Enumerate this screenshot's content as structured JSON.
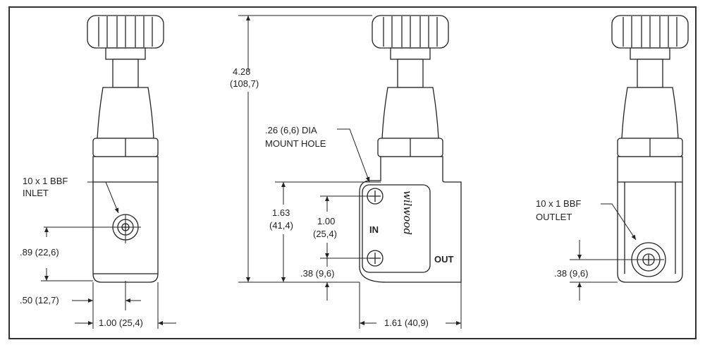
{
  "colors": {
    "outline": "#222222",
    "frame": "#333333",
    "background": "#ffffff"
  },
  "views": {
    "side": {
      "note_lines": [
        "10 x 1 BBF",
        "INLET"
      ],
      "dim_inlet_height": ".89 (22,6)",
      "dim_inlet_offset": ".50 (12,7)",
      "dim_width": "1.00 (25,4)"
    },
    "front": {
      "dim_overall_height": [
        "4.28",
        "(108,7)"
      ],
      "note_lines": [
        ".26 (6,6) DIA",
        "MOUNT HOLE"
      ],
      "dim_body_height": [
        "1.63",
        "(41,4)"
      ],
      "dim_hole_spacing": [
        "1.00",
        "(25,4)"
      ],
      "dim_hole_offset": ".38 (9,6)",
      "dim_body_width": "1.61 (40,9)",
      "label_in": "IN",
      "label_out": "OUT",
      "logo_text": "wilwood"
    },
    "rear": {
      "note_lines": [
        "10 x 1 BBF",
        "OUTLET"
      ],
      "dim_outlet_offset": ".38 (9,6)"
    }
  }
}
